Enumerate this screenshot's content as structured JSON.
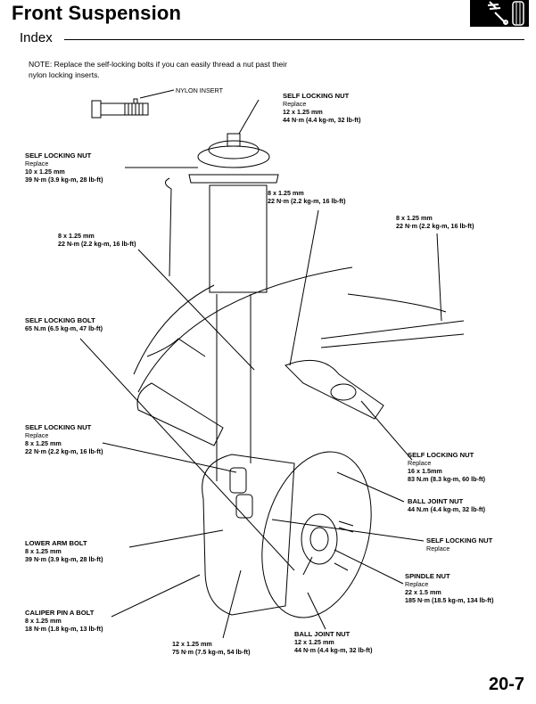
{
  "header": {
    "title": "Front Suspension",
    "subtitle": "Index",
    "section_icon": "suspension-section-icon"
  },
  "note": "NOTE: Replace the self-locking bolts if you can easily thread a nut past their nylon locking inserts.",
  "nylon_insert_label": "NYLON INSERT",
  "callouts": [
    {
      "id": "strut-top-nut",
      "name": "SELF LOCKING NUT",
      "note": "Replace",
      "size": "12 x 1.25 mm",
      "torque": "44 N·m (4.4 kg-m, 32 lb-ft)"
    },
    {
      "id": "strut-mount-nut",
      "name": "SELF LOCKING NUT",
      "note": "Replace",
      "size": "10 x 1.25 mm",
      "torque": "39 N·m (3.9 kg-m, 28 lb-ft)"
    },
    {
      "id": "center-bolt",
      "name": "",
      "note": "",
      "size": "8 x 1.25 mm",
      "torque": "22 N·m (2.2 kg-m, 16 lb-ft)"
    },
    {
      "id": "right-bolt",
      "name": "",
      "note": "",
      "size": "8 x 1.25 mm",
      "torque": "22 N·m (2.2 kg-m, 16 lb-ft)"
    },
    {
      "id": "left-bolt",
      "name": "",
      "note": "",
      "size": "8 x 1.25 mm",
      "torque": "22 N-m (2.2 kg-m, 16 lb-ft)"
    },
    {
      "id": "self-locking-bolt",
      "name": "SELF LOCKING BOLT",
      "note": "",
      "size": "",
      "torque": "65 N.m (6.5 kg-m, 47 lb-ft)"
    },
    {
      "id": "arm-nut",
      "name": "SELF LOCKING NUT",
      "note": "Replace",
      "size": "8 x 1.25 mm",
      "torque": "22 N·m (2.2 kg-m, 16 lb-ft)"
    },
    {
      "id": "knuckle-nut",
      "name": "SELF LOCKING NUT",
      "note": "Replace",
      "size": "16 x 1.5mm",
      "torque": "83 N.m (8.3 kg-m, 60 lb-ft)"
    },
    {
      "id": "upper-ball-joint",
      "name": "BALL JOINT NUT",
      "note": "",
      "size": "",
      "torque": "44 N.m (4.4 kg-m, 32 lb-ft)"
    },
    {
      "id": "lower-arm-bolt",
      "name": "LOWER ARM BOLT",
      "note": "",
      "size": "8 x 1.25 mm",
      "torque": "39 N·m (3.9 kg-m, 28 lb-ft)"
    },
    {
      "id": "hub-nut",
      "name": "SELF LOCKING NUT",
      "note": "Replace",
      "size": "",
      "torque": ""
    },
    {
      "id": "spindle-nut",
      "name": "SPINDLE NUT",
      "note": "Replace",
      "size": "22 x 1.5 mm",
      "torque": "185 N·m (18.5 kg-m, 134 lb-ft)"
    },
    {
      "id": "caliper-pin",
      "name": "CALIPER PIN A BOLT",
      "note": "",
      "size": "8 x 1.25 mm",
      "torque": "18 N·m (1.8 kg-m, 13 lb-ft)"
    },
    {
      "id": "knuckle-bolt",
      "name": "",
      "note": "",
      "size": "12 x 1.25 mm",
      "torque": "75 N·m (7.5 kg-m, 54 lb-ft)"
    },
    {
      "id": "lower-ball-joint",
      "name": "BALL JOINT NUT",
      "note": "",
      "size": "12 x 1.25 mm",
      "torque": "44 N·m (4.4 kg-m, 32 lb-ft)"
    }
  ],
  "page_number": "20-7"
}
